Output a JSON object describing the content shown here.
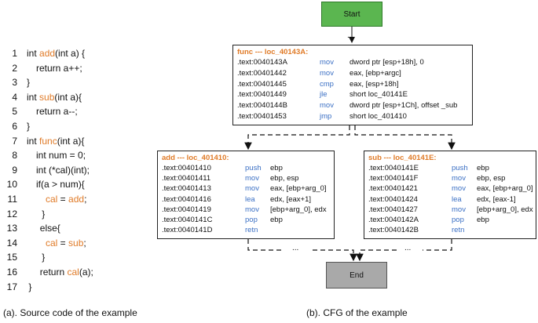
{
  "source_code": {
    "lines": [
      {
        "n": "1",
        "indent": 0,
        "parts": [
          {
            "t": "int "
          },
          {
            "t": "add",
            "hl": true
          },
          {
            "t": "(int a) {"
          }
        ]
      },
      {
        "n": "2",
        "indent": 1,
        "parts": [
          {
            "t": "return a++;"
          }
        ]
      },
      {
        "n": "3",
        "indent": 0,
        "parts": [
          {
            "t": "}"
          }
        ]
      },
      {
        "n": "4",
        "indent": 0,
        "parts": [
          {
            "t": "int "
          },
          {
            "t": "sub",
            "hl": true
          },
          {
            "t": "(int a){"
          }
        ]
      },
      {
        "n": "5",
        "indent": 1,
        "parts": [
          {
            "t": "return a--;"
          }
        ]
      },
      {
        "n": "6",
        "indent": 0,
        "parts": [
          {
            "t": "}"
          }
        ]
      },
      {
        "n": "7",
        "indent": 0,
        "parts": [
          {
            "t": "int "
          },
          {
            "t": "func",
            "hl": true
          },
          {
            "t": "(int a){"
          }
        ]
      },
      {
        "n": "8",
        "indent": 1,
        "parts": [
          {
            "t": "int num = 0;"
          }
        ]
      },
      {
        "n": "9",
        "indent": 1,
        "parts": [
          {
            "t": "int (*cal)(int);"
          }
        ]
      },
      {
        "n": "10",
        "indent": 1,
        "parts": [
          {
            "t": "if(a > num){"
          }
        ]
      },
      {
        "n": "11",
        "indent": 2,
        "parts": [
          {
            "t": "cal",
            "hl": true
          },
          {
            "t": " = "
          },
          {
            "t": "add",
            "hl": true
          },
          {
            "t": ";"
          }
        ]
      },
      {
        "n": "12",
        "indent": 1.6,
        "parts": [
          {
            "t": "}"
          }
        ]
      },
      {
        "n": "13",
        "indent": 1.4,
        "parts": [
          {
            "t": "else{"
          }
        ]
      },
      {
        "n": "14",
        "indent": 2,
        "parts": [
          {
            "t": "cal",
            "hl": true
          },
          {
            "t": " = "
          },
          {
            "t": "sub",
            "hl": true
          },
          {
            "t": ";"
          }
        ]
      },
      {
        "n": "15",
        "indent": 1.6,
        "parts": [
          {
            "t": "}"
          }
        ]
      },
      {
        "n": "16",
        "indent": 1.4,
        "parts": [
          {
            "t": "return "
          },
          {
            "t": "cal",
            "hl": true
          },
          {
            "t": "(a);"
          }
        ]
      },
      {
        "n": "17",
        "indent": 0.2,
        "parts": [
          {
            "t": "}"
          }
        ]
      }
    ]
  },
  "cfg": {
    "start_label": "Start",
    "end_label": "End",
    "ellipsis": "...",
    "func_block": {
      "title": "func --- loc_40143A:",
      "rows": [
        {
          "addr": ".text:0040143A",
          "mn": "mov",
          "op": "dword ptr [esp+18h], 0"
        },
        {
          "addr": ".text:00401442",
          "mn": "mov",
          "op": "eax, [ebp+argc]"
        },
        {
          "addr": ".text:00401445",
          "mn": "cmp",
          "op": "eax, [esp+18h]"
        },
        {
          "addr": ".text:00401449",
          "mn": "jle",
          "op": "short loc_40141E"
        },
        {
          "addr": ".text:0040144B",
          "mn": "mov",
          "op": "dword ptr [esp+1Ch], offset _sub"
        },
        {
          "addr": ".text:00401453",
          "mn": "jmp",
          "op": "short loc_401410"
        }
      ]
    },
    "add_block": {
      "title": "add --- loc_401410:",
      "rows": [
        {
          "addr": ".text:00401410",
          "mn": "push",
          "op": "ebp"
        },
        {
          "addr": ".text:00401411",
          "mn": "mov",
          "op": "ebp, esp"
        },
        {
          "addr": ".text:00401413",
          "mn": "mov",
          "op": "eax, [ebp+arg_0]"
        },
        {
          "addr": ".text:00401416",
          "mn": "lea",
          "op": "edx, [eax+1]"
        },
        {
          "addr": ".text:00401419",
          "mn": "mov",
          "op": "[ebp+arg_0], edx"
        },
        {
          "addr": ".text:0040141C",
          "mn": "pop",
          "op": "ebp"
        },
        {
          "addr": ".text:0040141D",
          "mn": "retn",
          "op": ""
        }
      ]
    },
    "sub_block": {
      "title": "sub --- loc_40141E:",
      "rows": [
        {
          "addr": ".text:0040141E",
          "mn": "push",
          "op": "ebp"
        },
        {
          "addr": ".text:0040141F",
          "mn": "mov",
          "op": "ebp, esp"
        },
        {
          "addr": ".text:00401421",
          "mn": "mov",
          "op": "eax, [ebp+arg_0]"
        },
        {
          "addr": ".text:00401424",
          "mn": "lea",
          "op": "edx, [eax-1]"
        },
        {
          "addr": ".text:00401427",
          "mn": "mov",
          "op": "[ebp+arg_0], edx"
        },
        {
          "addr": ".text:0040142A",
          "mn": "pop",
          "op": "ebp"
        },
        {
          "addr": ".text:0040142B",
          "mn": "retn",
          "op": ""
        }
      ]
    }
  },
  "captions": {
    "left": "(a). Source code of the example",
    "right": "(b). CFG of the example"
  },
  "colors": {
    "keyword_highlight": "#e07b28",
    "mnemonic": "#3a6fc4",
    "start_node": "#5bb650",
    "end_node": "#a9a9a9"
  }
}
